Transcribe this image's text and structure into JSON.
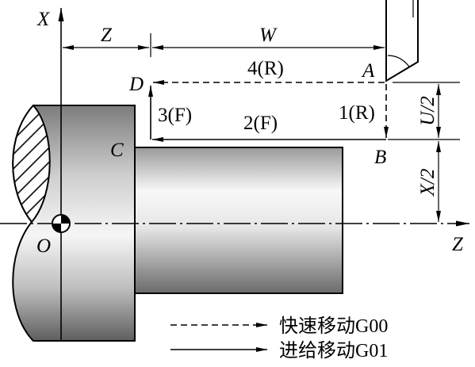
{
  "axes": {
    "x_label": "X",
    "z_label": "Z",
    "origin_label": "O"
  },
  "dimensions": {
    "z": "Z",
    "w": "W",
    "u_half": "U/2",
    "x_half": "X/2"
  },
  "points": {
    "a": "A",
    "b": "B",
    "c": "C",
    "d": "D"
  },
  "moves": {
    "step1": "1(R)",
    "step2": "2(F)",
    "step3": "3(F)",
    "step4": "4(R)"
  },
  "legend": {
    "rapid": "快速移动G00",
    "feed": "进给移动G01"
  },
  "colors": {
    "line": "#000000",
    "background": "#ffffff",
    "part_dark": "#5e5e5e",
    "part_light": "#f6f6f6"
  }
}
